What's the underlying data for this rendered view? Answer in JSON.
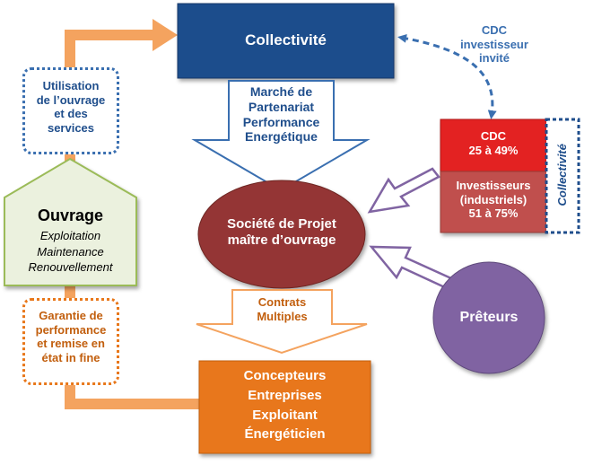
{
  "collectivite": {
    "label": "Collectivité"
  },
  "marche": {
    "lines": [
      "Marché de",
      "Partenariat",
      "Performance",
      "Energétique"
    ]
  },
  "cdc_invite": {
    "lines": [
      "CDC",
      "investisseur",
      "invité"
    ]
  },
  "cdc_box": {
    "lines": [
      "CDC",
      "25 à 49%"
    ]
  },
  "investisseurs_box": {
    "lines": [
      "Investisseurs",
      "(industriels)",
      "51 à 75%"
    ]
  },
  "collectivite_vertical": {
    "label": "Collectivité"
  },
  "societe": {
    "lines": [
      "Société de Projet",
      "maître d’ouvrage"
    ]
  },
  "contrats": {
    "lines": [
      "Contrats",
      "Multiples"
    ]
  },
  "preteurs": {
    "label": "Prêteurs"
  },
  "concepteurs": {
    "lines": [
      "Concepteurs",
      "Entreprises",
      "Exploitant",
      "Énergéticien"
    ]
  },
  "ouvrage": {
    "title": "Ouvrage",
    "lines": [
      "Exploitation",
      "Maintenance",
      "Renouvellement"
    ]
  },
  "utilisation": {
    "lines": [
      "Utilisation",
      "de l’ouvrage",
      "et des",
      "services"
    ]
  },
  "garantie": {
    "lines": [
      "Garantie de",
      "performance",
      "et remise en",
      "état in fine"
    ]
  },
  "colors": {
    "navy": "#1f4e8c",
    "orange": "#e8771a",
    "maroon": "#943634",
    "purple": "#8064a2",
    "red": "#e32121",
    "lightred": "#c0504d",
    "green_fill": "#ebf1de",
    "green_stroke": "#9bbb59",
    "blue_text": "#3a6fb0"
  }
}
